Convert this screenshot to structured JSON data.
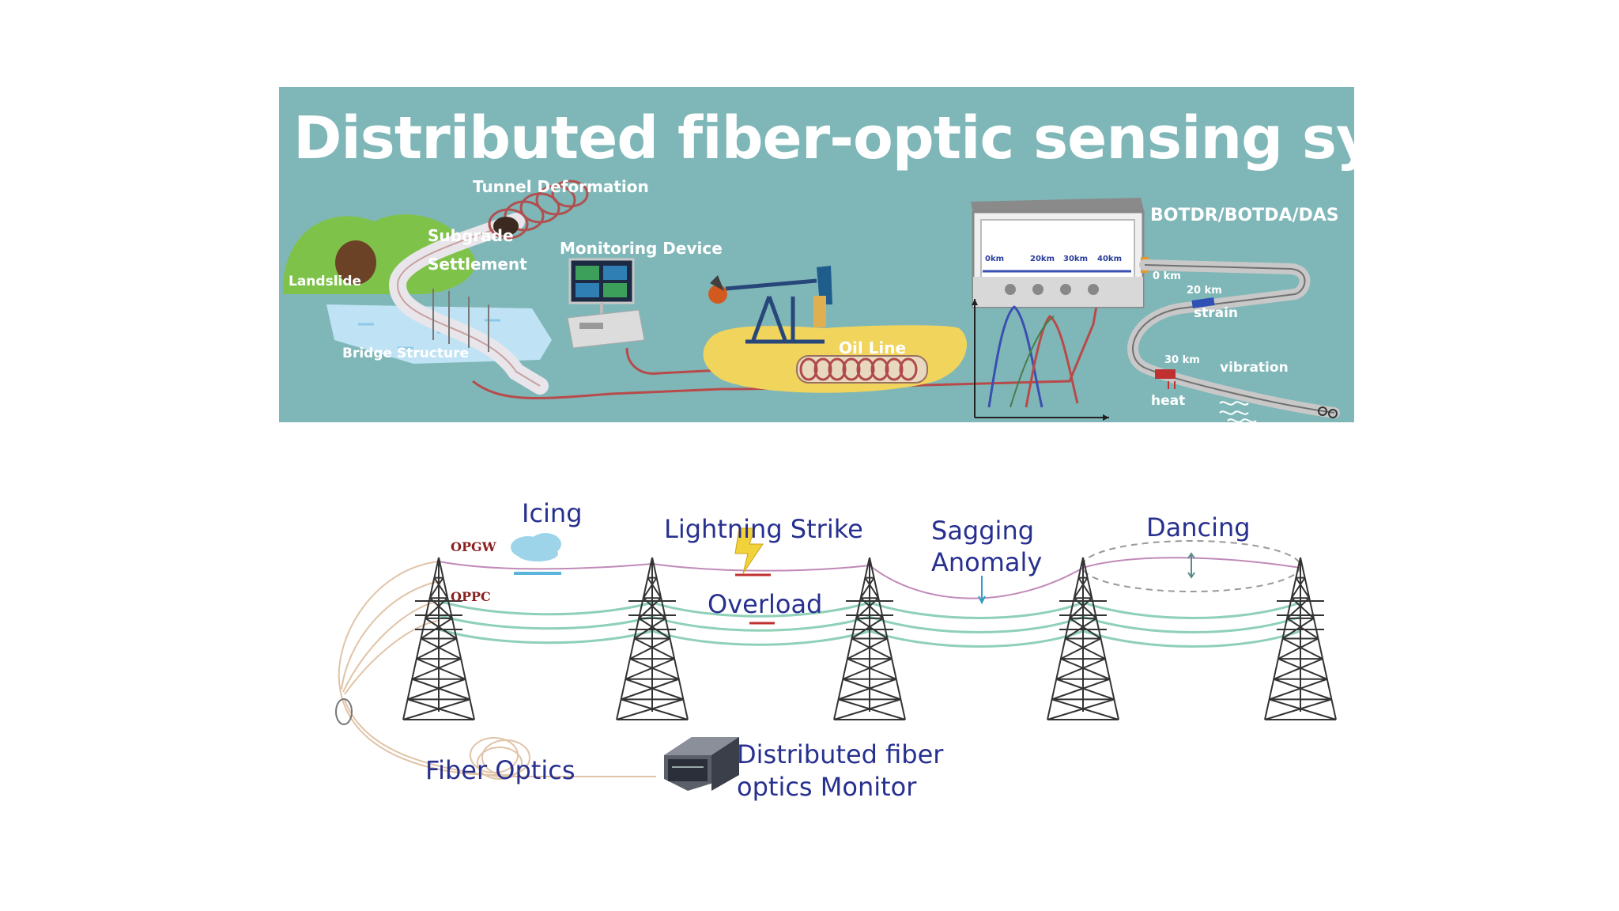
{
  "top_panel": {
    "title": "Distributed fiber-optic sensing system",
    "labels": {
      "tunnel_deformation": "Tunnel Deformation",
      "subgrade": "Subgrade",
      "settlement": "Settlement",
      "landslide": "Landslide",
      "monitoring_device": "Monitoring Device",
      "bridge_structure": "Bridge Structure",
      "oil_line": "Oil Line",
      "botdr": "BOTDR/BOTDA/DAS",
      "km0": "0 km",
      "km20": "20 km",
      "km30": "30 km",
      "strain": "strain",
      "vibration": "vibration",
      "heat": "heat"
    },
    "screen_ticks": [
      "0km",
      "20km",
      "30km",
      "40km"
    ]
  },
  "bottom_panel": {
    "labels": {
      "icing": "Icing",
      "lightning_strike": "Lightning Strike",
      "sagging_line1": "Sagging",
      "sagging_line2": "Anomaly",
      "dancing": "Dancing",
      "overload": "Overload",
      "opgw": "OPGW",
      "oppc": "OPPC",
      "fiber_optics": "Fiber Optics",
      "monitor_line1": "Distributed fiber",
      "monitor_line2": "optics Monitor"
    }
  },
  "colors": {
    "teal_background": "#7fb7b8",
    "label_blue": "#27308f",
    "fiber_red": "#b84a4a",
    "line_green": "#8fd0b8"
  }
}
